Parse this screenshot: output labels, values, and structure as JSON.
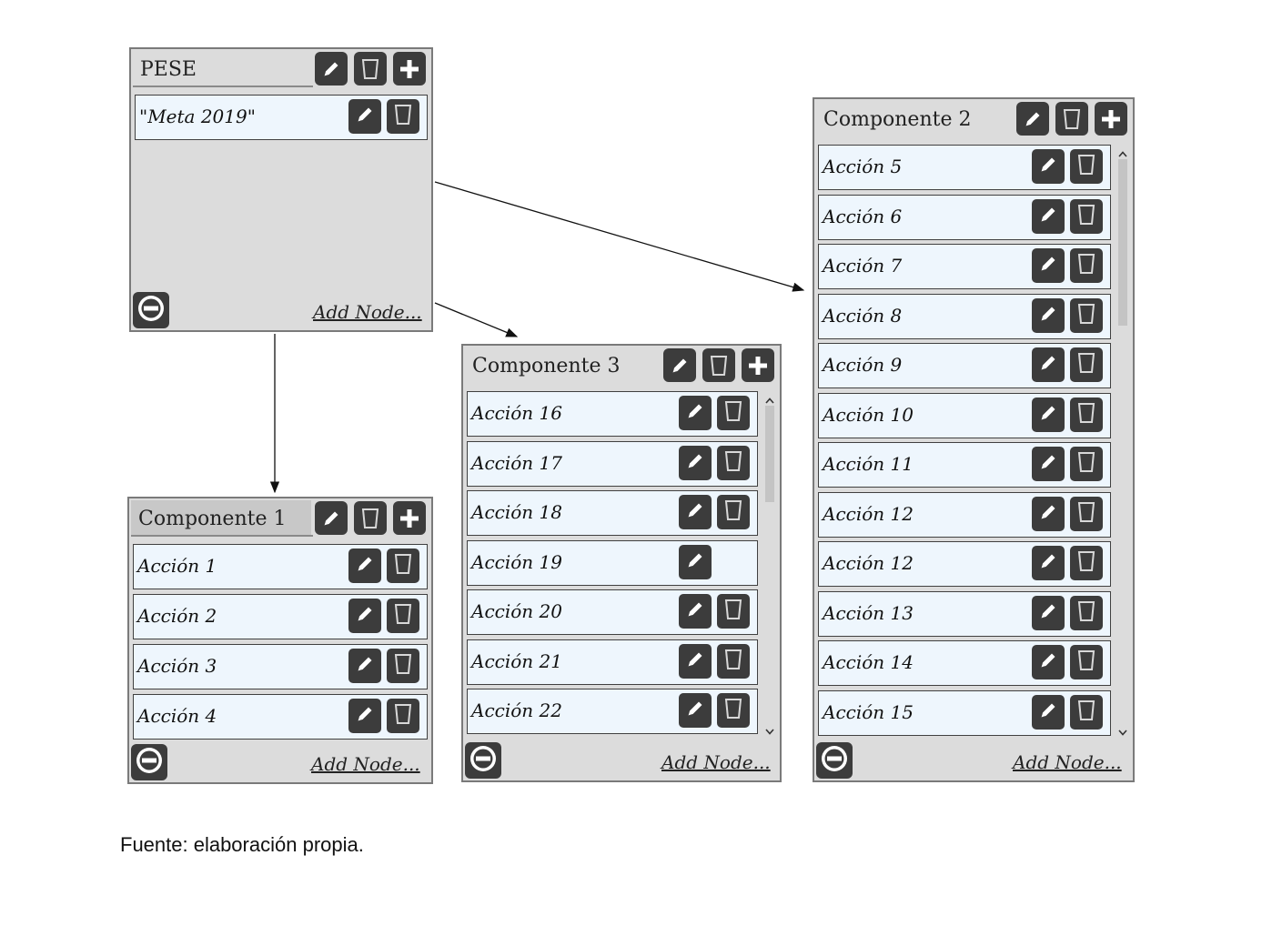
{
  "icons": {
    "edit": "pencil-icon",
    "delete": "trash-icon",
    "add": "plus-icon",
    "collapse": "minus-circle-icon",
    "scroll_up": "chevron-up-icon",
    "scroll_down": "chevron-down-icon"
  },
  "colors": {
    "node_bg": "#dcdcdc",
    "item_bg": "#eef6fd",
    "button_bg": "#3c3c3c"
  },
  "nodes": {
    "pese": {
      "title": "PESE",
      "items": [
        "\"Meta 2019\""
      ],
      "add_node": "Add Node..."
    },
    "componente1": {
      "title": "Componente 1",
      "items": [
        "Acción 1",
        "Acción 2",
        "Acción 3",
        "Acción 4"
      ],
      "add_node": "Add Node..."
    },
    "componente3": {
      "title": "Componente 3",
      "items": [
        "Acción 16",
        "Acción 17",
        "Acción 18",
        "Acción 19",
        "Acción 20",
        "Acción 21",
        "Acción 22"
      ],
      "add_node": "Add Node..."
    },
    "componente2": {
      "title": "Componente 2",
      "items": [
        "Acción 5",
        "Acción 6",
        "Acción 7",
        "Acción 8",
        "Acción 9",
        "Acción 10",
        "Acción 11",
        "Acción 12",
        "Acción 12",
        "Acción 13",
        "Acción 14",
        "Acción 15"
      ],
      "add_node": "Add Node..."
    }
  },
  "caption": "Fuente: elaboración propia."
}
